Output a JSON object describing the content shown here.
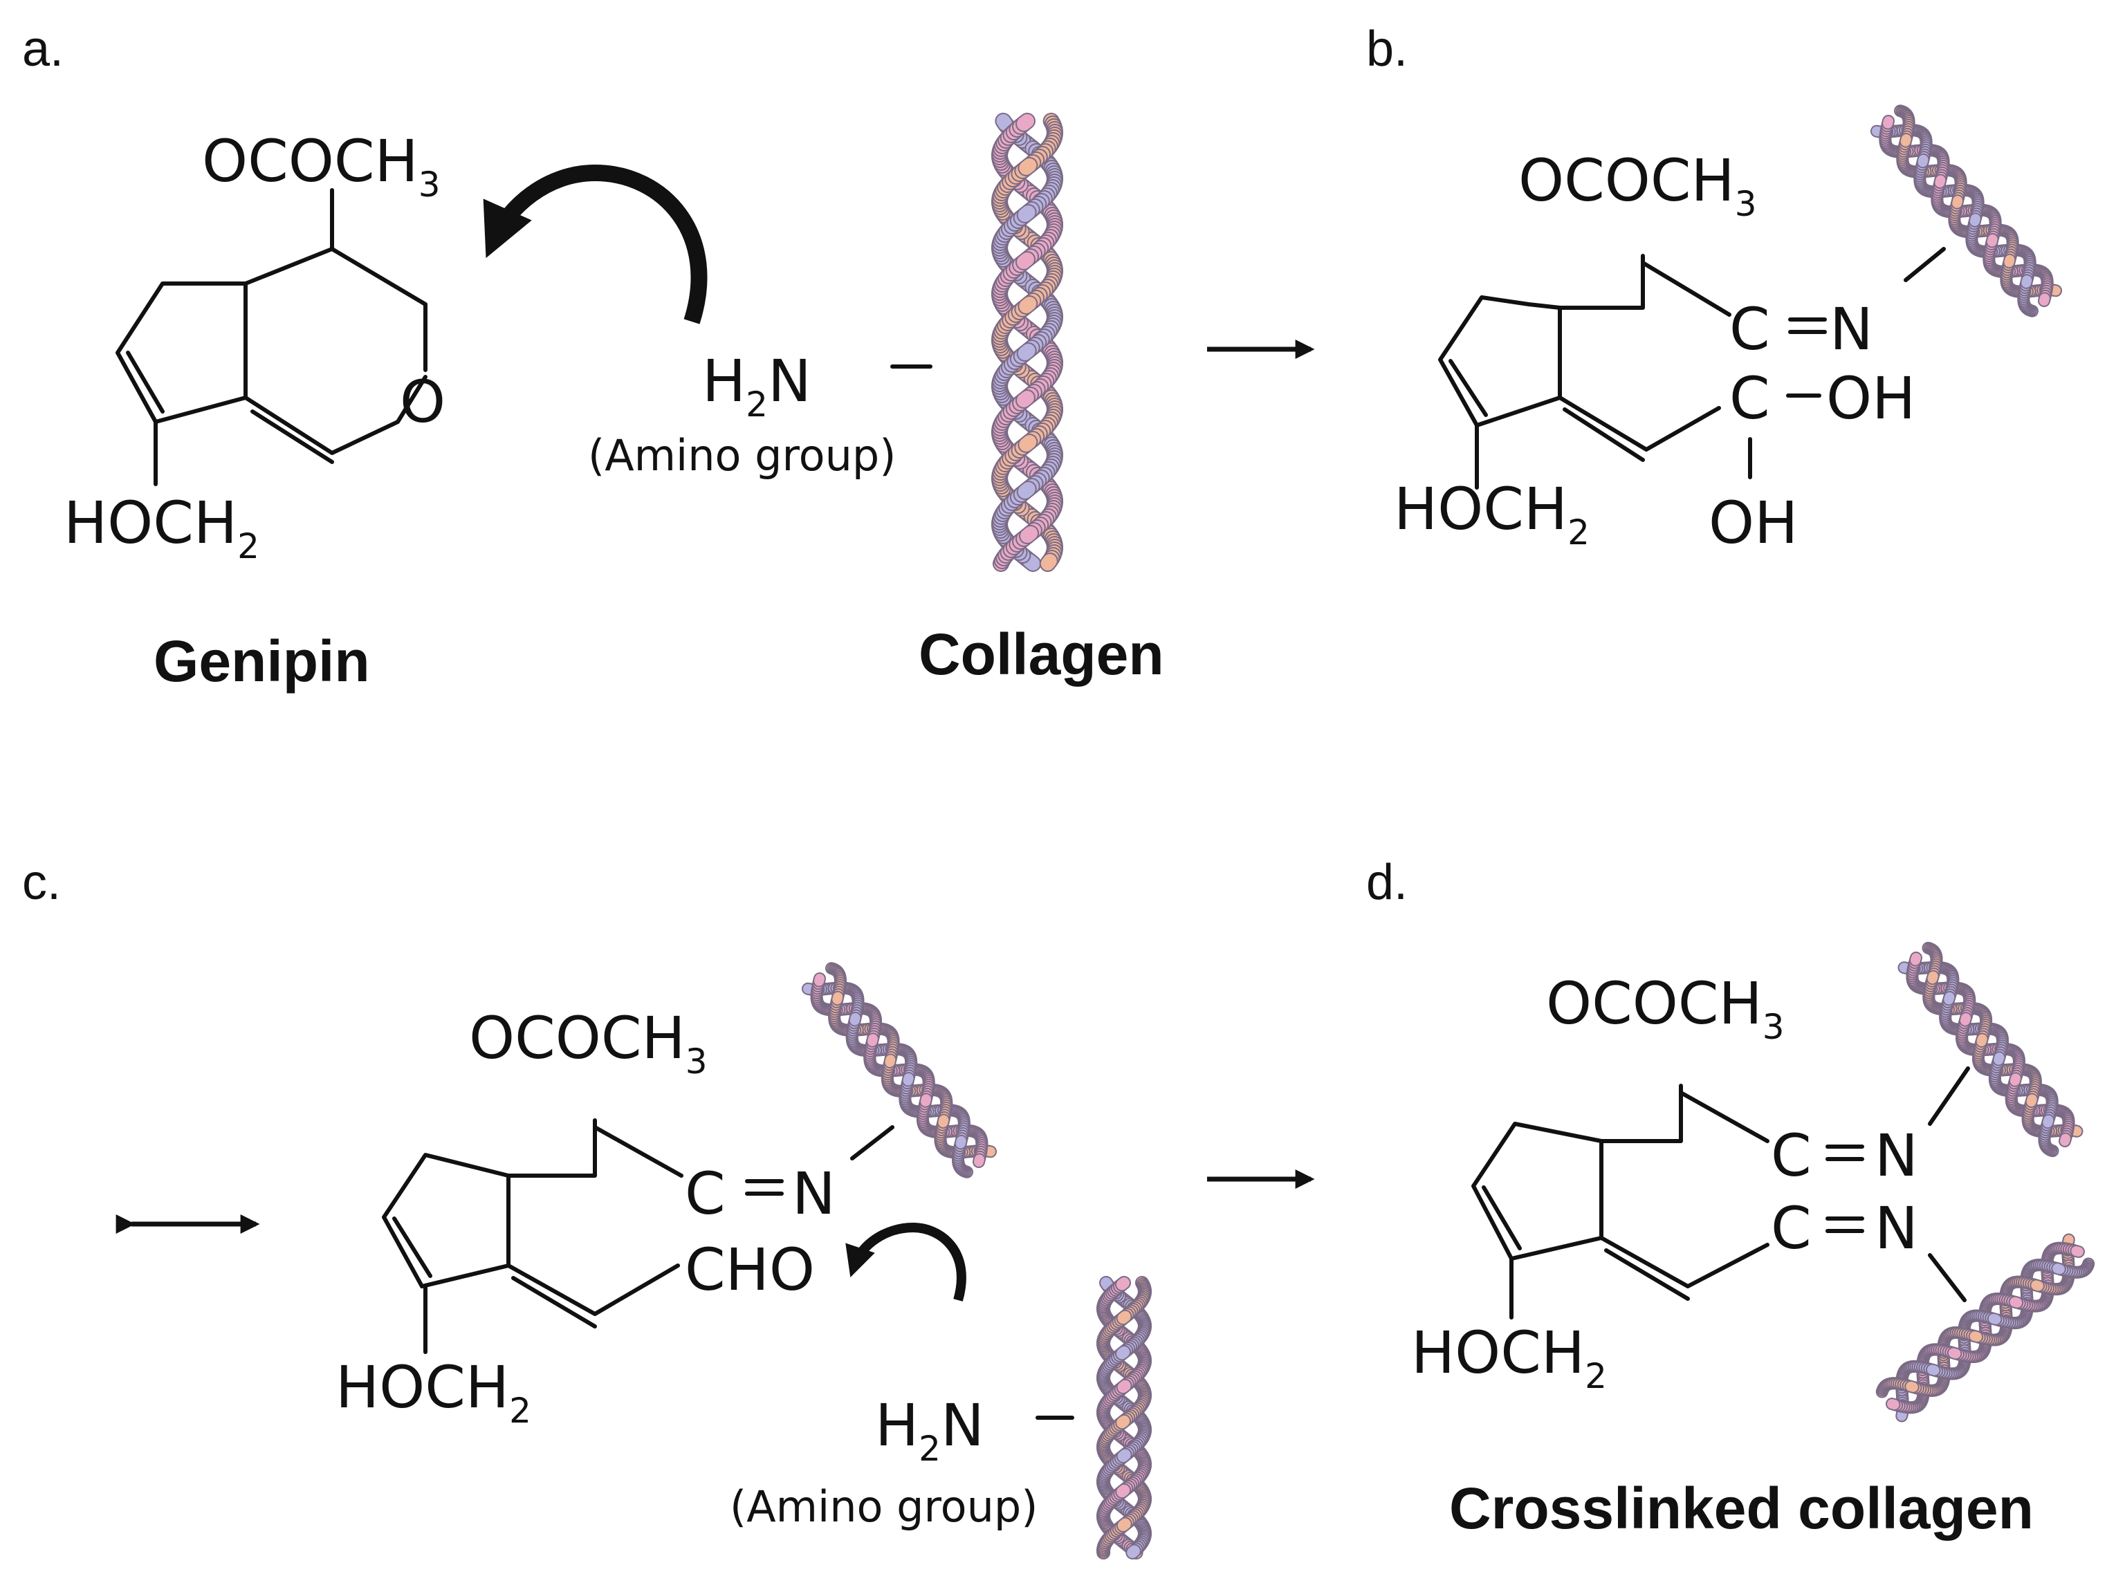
{
  "panels": {
    "a": "a.",
    "b": "b.",
    "c": "c.",
    "d": "d."
  },
  "labels": {
    "genipin": "Genipin",
    "collagen": "Collagen",
    "crosslinked": "Crosslinked collagen",
    "amino_group": "(Amino group)"
  },
  "groups": {
    "ococh": "OCOCH",
    "ococh_sub": "3",
    "hoch": "HOCH",
    "hoch_sub": "2",
    "o": "O",
    "h": "H",
    "h2_sub": "2",
    "n": "N",
    "c": "C",
    "oh": "OH",
    "cho": "CHO"
  },
  "colors": {
    "strand_pink": "#e9a9c6",
    "strand_lavender": "#b8b4e0",
    "strand_peach": "#efb79b",
    "strand_outline": "#7a6a85",
    "ink": "#111111"
  }
}
